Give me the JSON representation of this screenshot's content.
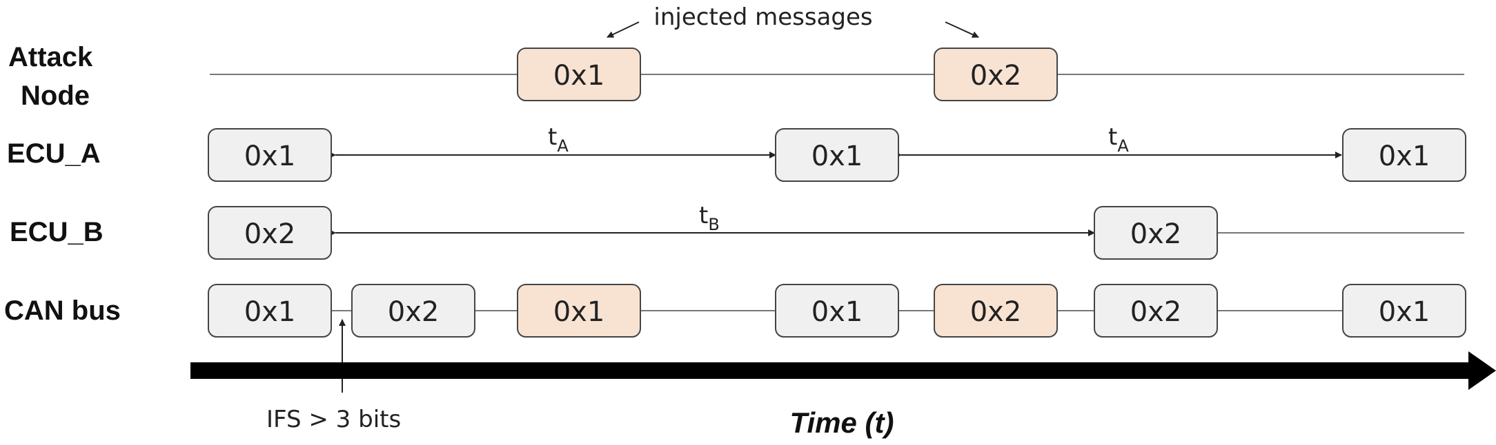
{
  "rows": {
    "attack_line1": "Attack",
    "attack_line2": "Node",
    "ecu_a": "ECU_A",
    "ecu_b": "ECU_B",
    "can_bus": "CAN bus"
  },
  "messages": {
    "attack": [
      "0x1",
      "0x2"
    ],
    "ecu_a": [
      "0x1",
      "0x1",
      "0x1"
    ],
    "ecu_b": [
      "0x2",
      "0x2"
    ],
    "can_bus": [
      "0x1",
      "0x2",
      "0x1",
      "0x1",
      "0x2",
      "0x2",
      "0x1"
    ]
  },
  "annotations": {
    "injected": "injected messages",
    "ifs": "IFS > 3 bits",
    "time_axis": "Time (t)"
  },
  "periods": {
    "ta_base": "t",
    "ta_sub": "A",
    "tb_base": "t",
    "tb_sub": "B"
  },
  "colors": {
    "normal_fill": "#f0f0f0",
    "injected_fill": "#f8e3d3",
    "box_stroke": "#444444",
    "line": "#777777"
  }
}
